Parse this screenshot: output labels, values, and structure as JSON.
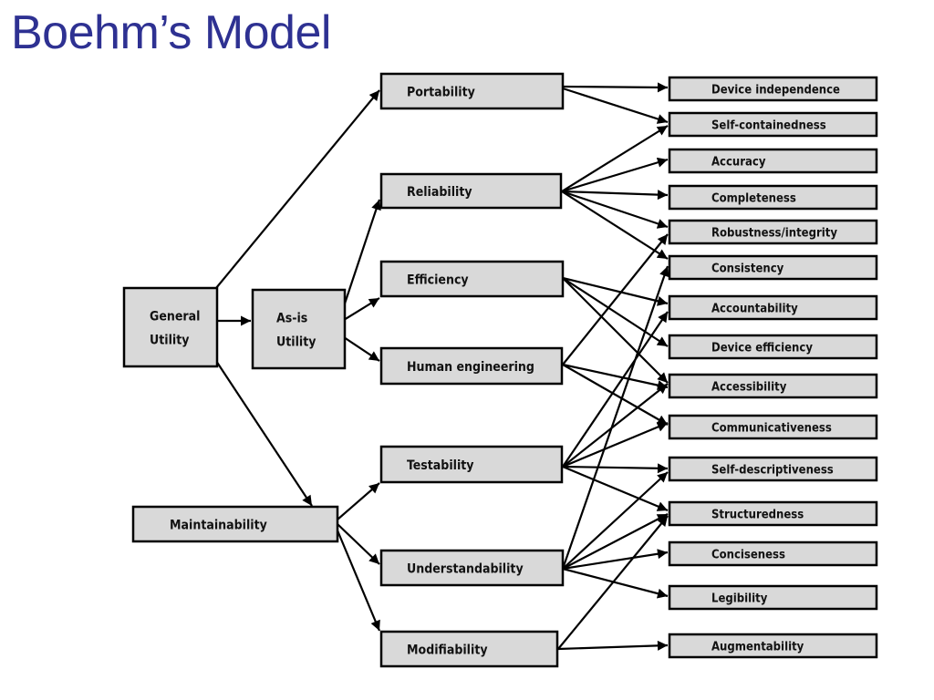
{
  "title": "Boehm’s Model",
  "colors": {
    "title": "#2e3192",
    "box_fill": "#d9d9d9",
    "stroke": "#000000"
  },
  "nodes": {
    "general": [
      "General",
      "Utility"
    ],
    "asis": [
      "As-is",
      "Utility"
    ],
    "maint": "Maintainability",
    "portability": "Portability",
    "reliability": "Reliability",
    "efficiency": "Efficiency",
    "human": "Human engineering",
    "testability": "Testability",
    "understand": "Understandability",
    "modifiability": "Modifiability",
    "dev_ind": "Device independence",
    "self_cont": "Self-containedness",
    "accuracy": "Accuracy",
    "completeness": "Completeness",
    "robust": "Robustness/integrity",
    "consistency": "Consistency",
    "account": "Accountability",
    "dev_eff": "Device efficiency",
    "access": "Accessibility",
    "comm": "Communicativeness",
    "self_desc": "Self-descriptiveness",
    "struct": "Structuredness",
    "concise": "Conciseness",
    "legib": "Legibility",
    "augment": "Augmentability"
  },
  "edges": [
    [
      "general",
      "portability"
    ],
    [
      "general",
      "asis"
    ],
    [
      "general",
      "maint"
    ],
    [
      "asis",
      "reliability"
    ],
    [
      "asis",
      "efficiency"
    ],
    [
      "asis",
      "human"
    ],
    [
      "maint",
      "testability"
    ],
    [
      "maint",
      "understand"
    ],
    [
      "maint",
      "modifiability"
    ],
    [
      "portability",
      "dev_ind"
    ],
    [
      "portability",
      "self_cont"
    ],
    [
      "reliability",
      "self_cont"
    ],
    [
      "reliability",
      "accuracy"
    ],
    [
      "reliability",
      "completeness"
    ],
    [
      "reliability",
      "robust"
    ],
    [
      "reliability",
      "consistency"
    ],
    [
      "efficiency",
      "account"
    ],
    [
      "efficiency",
      "dev_eff"
    ],
    [
      "efficiency",
      "access"
    ],
    [
      "human",
      "robust"
    ],
    [
      "human",
      "access"
    ],
    [
      "human",
      "comm"
    ],
    [
      "testability",
      "account"
    ],
    [
      "testability",
      "access"
    ],
    [
      "testability",
      "comm"
    ],
    [
      "testability",
      "self_desc"
    ],
    [
      "testability",
      "struct"
    ],
    [
      "understand",
      "consistency"
    ],
    [
      "understand",
      "self_desc"
    ],
    [
      "understand",
      "struct"
    ],
    [
      "understand",
      "concise"
    ],
    [
      "understand",
      "legib"
    ],
    [
      "modifiability",
      "struct"
    ],
    [
      "modifiability",
      "augment"
    ]
  ]
}
